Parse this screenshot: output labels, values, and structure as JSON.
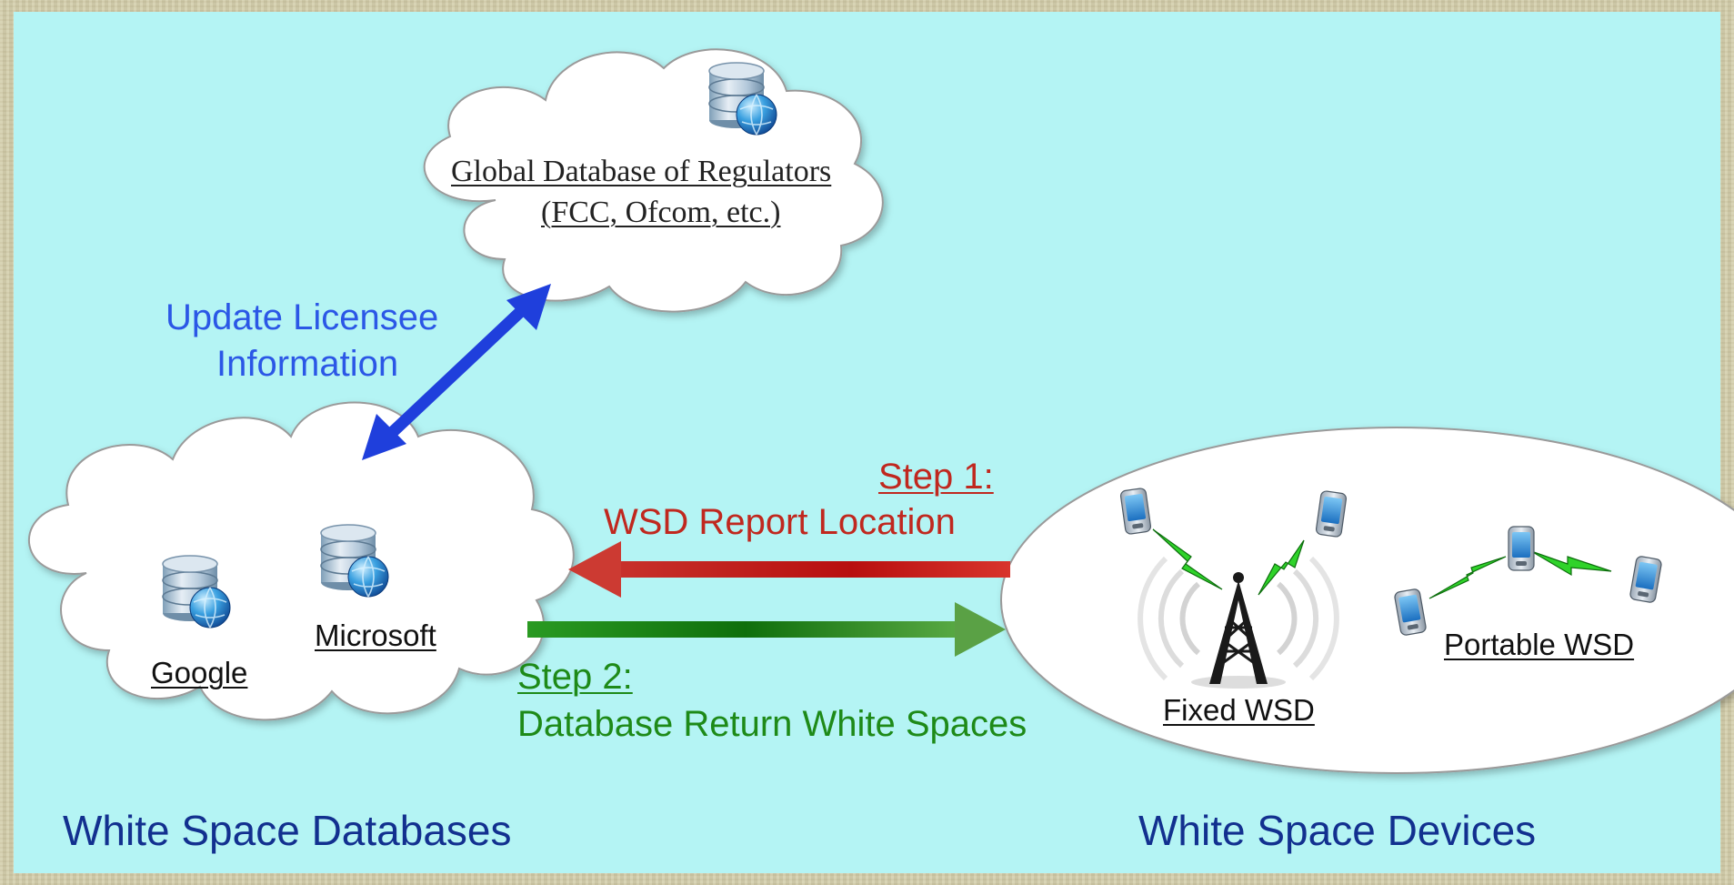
{
  "regulators": {
    "title_line1": "Global Database of Regulators",
    "title_line2": "(FCC,  Ofcom, etc.)"
  },
  "update_link": {
    "line1": "Update Licensee",
    "line2": "Information",
    "color": "#2b57e6"
  },
  "databases": {
    "google_label": "Google",
    "microsoft_label": "Microsoft",
    "section_label": "White Space Databases"
  },
  "step1": {
    "title": "Step 1:",
    "text": "WSD Report Location",
    "color": "#c0281f"
  },
  "step2": {
    "title": "Step 2:",
    "text": "Database Return White Spaces",
    "color": "#1e8a18"
  },
  "devices": {
    "fixed_label": "Fixed WSD",
    "portable_label": "Portable WSD",
    "section_label": "White Space Devices"
  },
  "icons": {
    "database": "database-globe-icon",
    "tower": "radio-tower-icon",
    "device": "pda-device-icon",
    "link": "lightning-link-icon"
  }
}
